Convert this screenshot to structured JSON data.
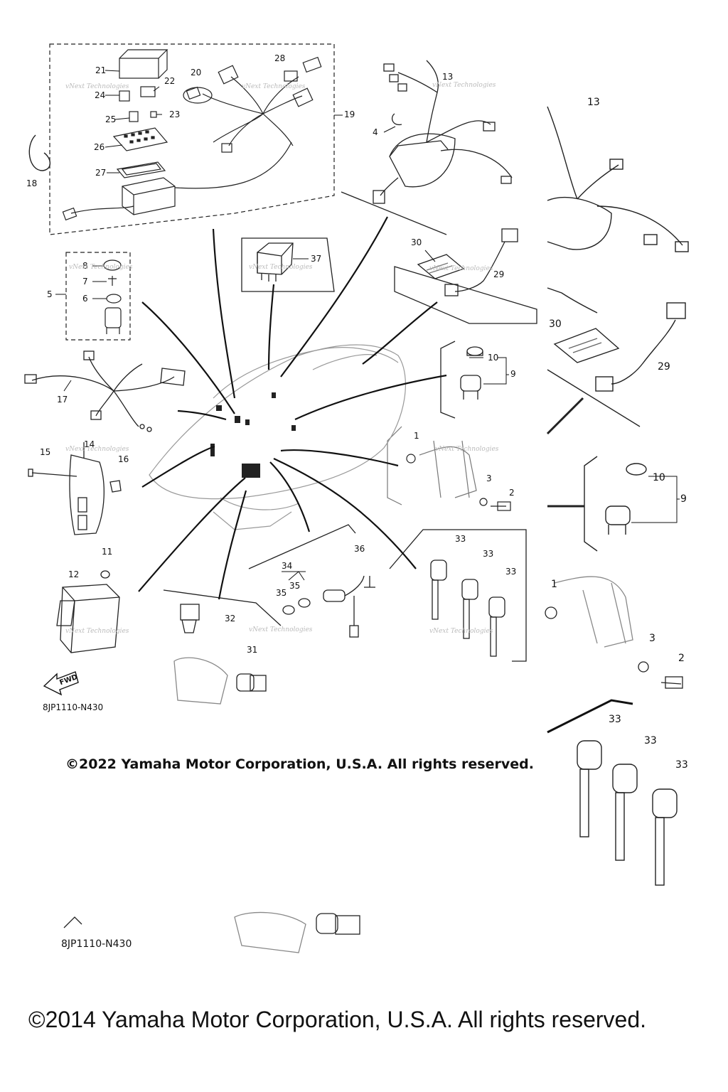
{
  "callouts": {
    "c1": "1",
    "c2": "2",
    "c3": "3",
    "c4": "4",
    "c5": "5",
    "c6": "6",
    "c7": "7",
    "c8": "8",
    "c9": "9",
    "c10": "10",
    "c11": "11",
    "c12": "12",
    "c13": "13",
    "c14": "14",
    "c15": "15",
    "c16": "16",
    "c17": "17",
    "c18": "18",
    "c19": "19",
    "c20": "20",
    "c21": "21",
    "c22": "22",
    "c23": "23",
    "c24": "24",
    "c25": "25",
    "c26": "26",
    "c27": "27",
    "c28": "28",
    "c29": "29",
    "c30": "30",
    "c31": "31",
    "c32": "32",
    "c33": "33",
    "c34": "34",
    "c35": "35",
    "c36": "36",
    "c37": "37"
  },
  "watermark": "vNext Technologies",
  "fwd_label": "FWD",
  "diagram_code": "8JP1110-N430",
  "copyright_2022": "©2022 Yamaha Motor Corporation, U.S.A. All rights reserved.",
  "copyright_2014": "©2014 Yamaha Motor Corporation, U.S.A. All rights reserved."
}
